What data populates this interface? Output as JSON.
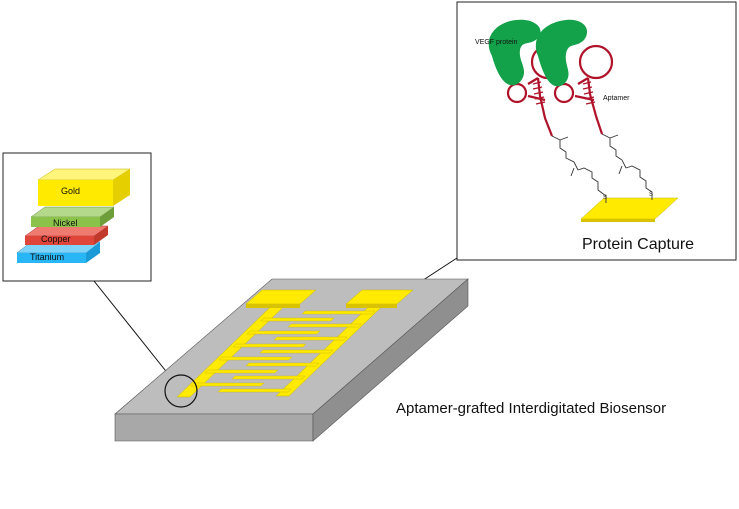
{
  "layer_stack": {
    "layers": [
      {
        "name": "Gold",
        "color": "#ffea00"
      },
      {
        "name": "Nickel",
        "color": "#8bc34a"
      },
      {
        "name": "Copper",
        "color": "#e0453a"
      },
      {
        "name": "Titanium",
        "color": "#29b6f6"
      }
    ]
  },
  "capture_panel": {
    "title": "Protein Capture",
    "protein_label": "VEGF protein",
    "aptamer_label": "Aptamer",
    "protein_color": "#13a24a",
    "aptamer_color": "#b0122a",
    "electrode_color": "#ffea00"
  },
  "device": {
    "caption": "Aptamer-grafted Interdigitated Biosensor",
    "substrate_color": "#bdbdbd",
    "electrode_color": "#ffea00"
  }
}
